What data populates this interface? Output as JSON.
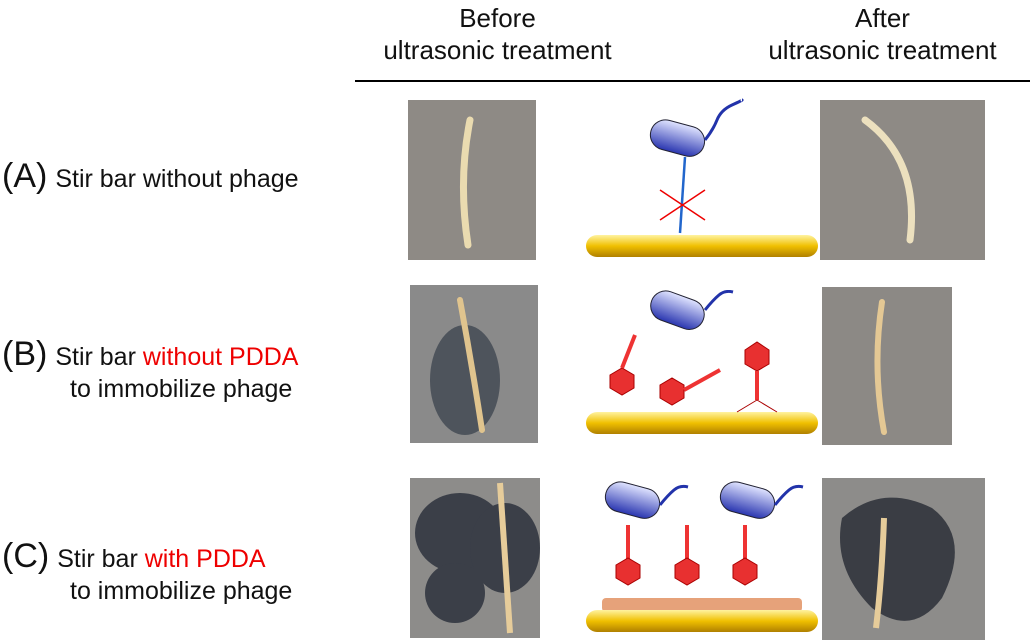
{
  "headers": {
    "before_1": "Before",
    "before_2": "ultrasonic treatment",
    "after_1": "After",
    "after_2": "ultrasonic treatment"
  },
  "rows": [
    {
      "letter": "(A)",
      "line1_a": "Stir bar without phage"
    },
    {
      "letter": "(B)",
      "line1_a": "Stir bar ",
      "line1_red": "without PDDA",
      "line2": "to immobilize phage"
    },
    {
      "letter": "(C)",
      "line1_a": "Stir bar ",
      "line1_red": "with PDDA",
      "line2": "to immobilize phage"
    }
  ],
  "colors": {
    "highlight": "#ee0000",
    "bar": "#e8b800",
    "phage": "#e02020",
    "bacteria": "#3344bb"
  }
}
